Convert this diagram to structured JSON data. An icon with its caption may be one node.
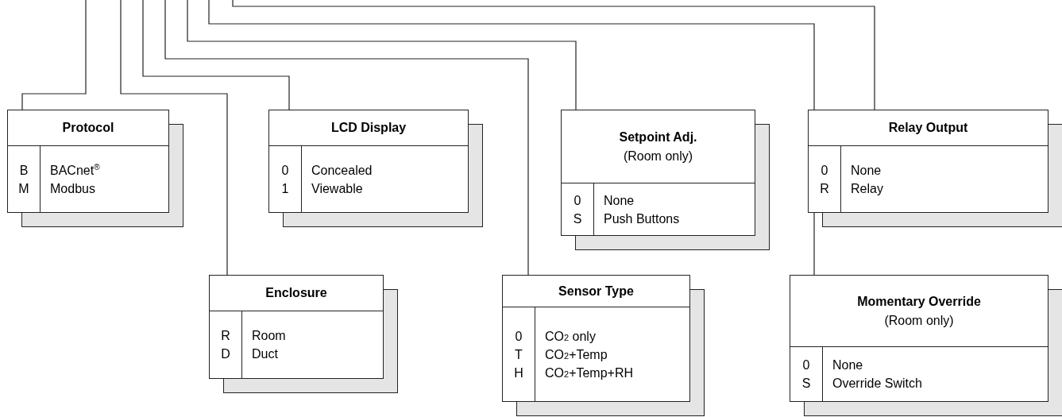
{
  "diagram": {
    "nodes": [
      {
        "text": [
          "Protocol",
          "B",
          "BACnet$^{®}$",
          "M",
          "Modbus"
        ]
      },
      {
        "text": [
          "LCD Display",
          "0",
          "Concealed",
          "1",
          "Viewable"
        ]
      },
      {
        "text": [
          "Setpoint Adj.",
          "(Room only)",
          "0",
          "None",
          "S",
          "Push Buttons"
        ]
      },
      {
        "text": [
          "Relay Output",
          "0",
          "None",
          "R",
          "Relay"
        ]
      },
      {
        "text": [
          "Enclosure",
          "R",
          "Room",
          "D",
          "Duct"
        ]
      },
      {
        "text": [
          "Sensor Type",
          "0",
          "CO$_{2}$ only",
          "T",
          "CO$_{2}$+Temp",
          "H",
          "CO$_{2}$+Temp+RH"
        ]
      },
      {
        "text": [
          "Momentary Override",
          "(Room only)",
          "0",
          "None",
          "S",
          "Override Switch"
        ]
      }
    ],
    "edges": [
      {
        "from": null,
        "to": 0,
        "arrow": "none"
      },
      {
        "from": null,
        "to": 4,
        "arrow": "none"
      },
      {
        "from": null,
        "to": 1,
        "arrow": "none"
      },
      {
        "from": null,
        "to": 5,
        "arrow": "none"
      },
      {
        "from": null,
        "to": 2,
        "arrow": "none"
      },
      {
        "from": null,
        "to": 6,
        "arrow": "none"
      },
      {
        "from": null,
        "to": 3,
        "arrow": "none"
      }
    ]
  }
}
